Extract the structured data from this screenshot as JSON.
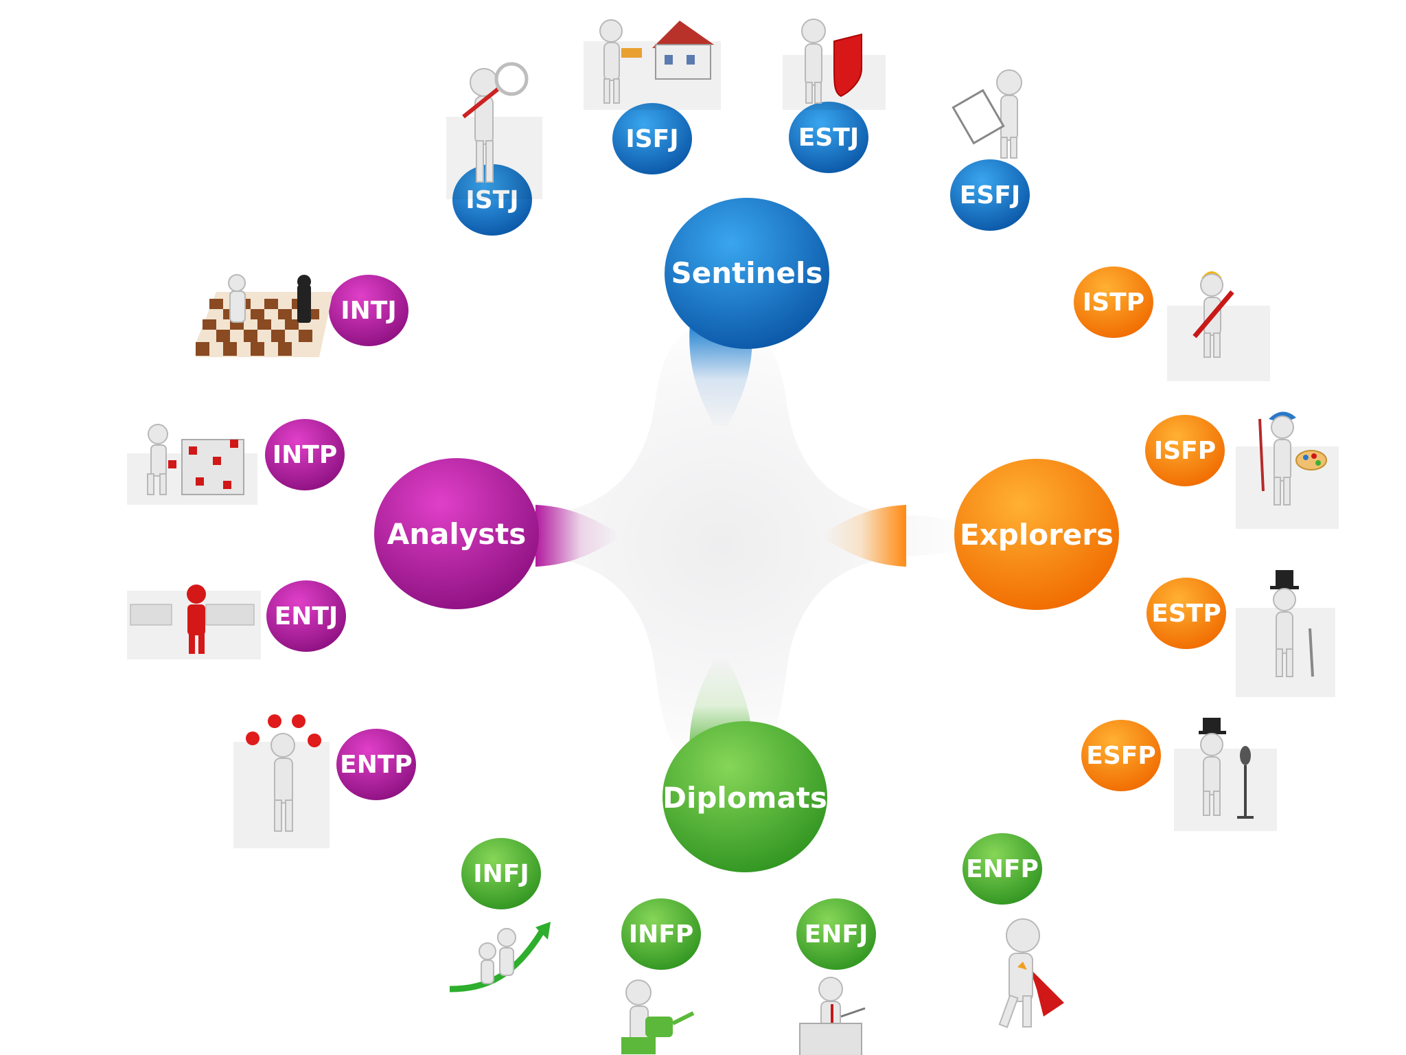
{
  "groups": {
    "sentinels": {
      "label": "Sentinels",
      "color": "#1c7fd1",
      "dark": "#0a56a6"
    },
    "analysts": {
      "label": "Analysts",
      "color": "#c61bb0",
      "dark": "#8c1080"
    },
    "explorers": {
      "label": "Explorers",
      "color": "#ff9413",
      "dark": "#f06a00"
    },
    "diplomats": {
      "label": "Diplomats",
      "color": "#5cc03a",
      "dark": "#2f9420"
    }
  },
  "types": {
    "istj": "ISTJ",
    "isfj": "ISFJ",
    "estj": "ESTJ",
    "esfj": "ESFJ",
    "intj": "INTJ",
    "intp": "INTP",
    "entj": "ENTJ",
    "entp": "ENTP",
    "istp": "ISTP",
    "isfp": "ISFP",
    "estp": "ESTP",
    "esfp": "ESFP",
    "infj": "INFJ",
    "infp": "INFP",
    "enfj": "ENFJ",
    "enfp": "ENFP"
  },
  "icons": {
    "istj": "magnifier-figure-icon",
    "isfj": "house-figure-icon",
    "estj": "shield-figure-icon",
    "esfj": "clipboard-figure-icon",
    "intj": "chess-board-icon",
    "intp": "cube-puzzle-figure-icon",
    "entj": "leader-crowd-icon",
    "entp": "lightbulb-ideas-figure-icon",
    "istp": "hammer-worker-figure-icon",
    "isfp": "painter-palette-figure-icon",
    "estp": "top-hat-cane-figure-icon",
    "esfp": "microphone-singer-figure-icon",
    "infj": "growth-arrow-figure-icon",
    "infp": "watering-can-figure-icon",
    "enfj": "podium-speaker-figure-icon",
    "enfp": "superhero-cape-figure-icon"
  }
}
